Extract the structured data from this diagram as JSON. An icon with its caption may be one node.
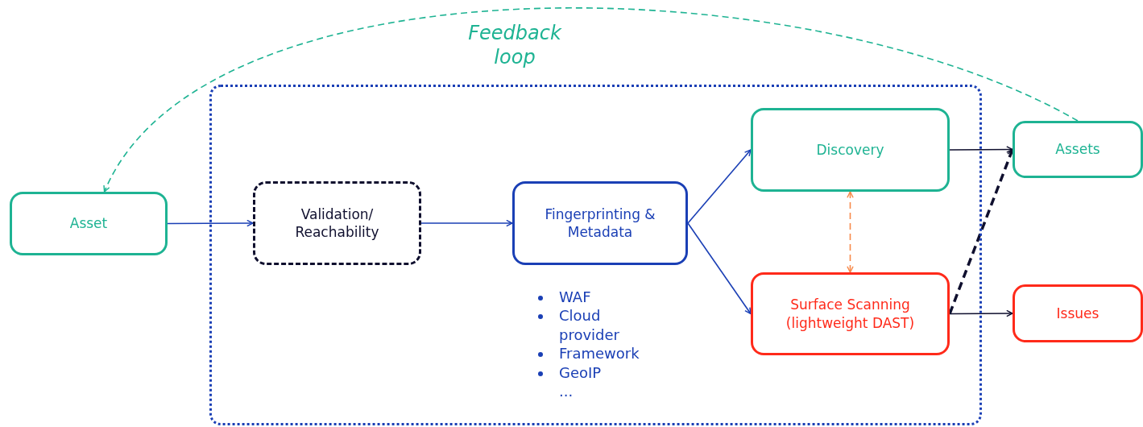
{
  "diagram": {
    "nodes": [
      {
        "text": [
          "Asset"
        ]
      },
      {
        "text": [],
        "shape": "box"
      },
      {
        "text": [
          "Validation/ Reachability"
        ],
        "in": 1
      },
      {
        "text": [
          "Fingerprinting & Metadata"
        ],
        "in": 1,
        "beside": [
          "WAF",
          "Cloud provider",
          "Framework",
          "GeoIP",
          "..."
        ]
      },
      {
        "text": [
          "Discovery"
        ],
        "in": 1
      },
      {
        "text": [
          "Surface Scanning (lightweight DAST)"
        ],
        "in": 1
      },
      {
        "text": [
          "Assets"
        ]
      },
      {
        "text": [
          "Issues"
        ]
      }
    ],
    "edges": [
      {
        "from": 0,
        "to": 2,
        "arrow": "to"
      },
      {
        "from": 2,
        "to": 3,
        "arrow": "to"
      },
      {
        "from": 3,
        "to": 4,
        "arrow": "to"
      },
      {
        "from": 3,
        "to": 5,
        "arrow": "to"
      },
      {
        "from": 4,
        "to": 6,
        "arrow": "to",
        "color": "#0f0f2e"
      },
      {
        "from": 5,
        "to": 6,
        "arrow": "to",
        "style": "dashed",
        "color": "#0f0f2e"
      },
      {
        "from": 5,
        "to": 7,
        "arrow": "to",
        "color": "#0f0f2e"
      },
      {
        "from": 4,
        "to": 5,
        "arrow": "both",
        "style": "dashed",
        "color": "#f7894a"
      },
      {
        "from": 6,
        "to": 0,
        "arrow": "to",
        "style": "dashed",
        "color": "#1eb393",
        "label": "Feedback loop"
      }
    ]
  }
}
